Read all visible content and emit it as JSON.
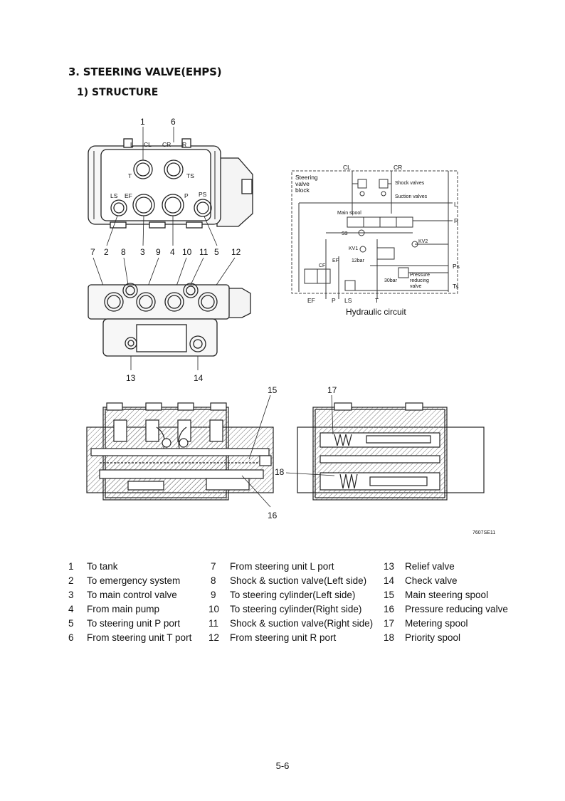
{
  "section_title": "3. STEERING VALVE(EHPS)",
  "subsection_title": "1) STRUCTURE",
  "figure": {
    "top_labels": {
      "l": "L",
      "cl": "CL",
      "cr": "CR",
      "r": "R",
      "t": "T",
      "ts": "TS",
      "ls": "LS",
      "ef": "EF",
      "p": "P",
      "ps": "PS"
    },
    "callouts": [
      "1",
      "2",
      "3",
      "4",
      "5",
      "6",
      "7",
      "8",
      "9",
      "10",
      "11",
      "12",
      "13",
      "14",
      "15",
      "16",
      "17",
      "18"
    ],
    "hydraulic": {
      "cl": "CL",
      "cr": "CR",
      "block_line1": "Steering",
      "block_line2": "valve",
      "block_line3": "block",
      "shock": "Shock valves",
      "suction": "Suction valves",
      "main_spool": "Main spool",
      "s3": "S3",
      "kv1": "KV1",
      "kv2": "KV2",
      "bar12": "12bar",
      "bar30": "30bar",
      "cf": "CF",
      "ef_inner": "EF",
      "pr1": "Pressure",
      "pr2": "reducing",
      "pr3": "valve",
      "l": "L",
      "r": "R",
      "ps": "Ps",
      "ts": "Ts",
      "ef": "EF",
      "p": "P",
      "ls": "LS",
      "t": "T",
      "caption": "Hydraulic circuit"
    },
    "drawing_code": "7607SE11"
  },
  "legend": [
    {
      "num": "1",
      "text": "To tank"
    },
    {
      "num": "2",
      "text": "To emergency system"
    },
    {
      "num": "3",
      "text": "To main control valve"
    },
    {
      "num": "4",
      "text": "From main pump"
    },
    {
      "num": "5",
      "text": "To steering unit P port"
    },
    {
      "num": "6",
      "text": "From steering unit T port"
    },
    {
      "num": "7",
      "text": "From steering unit L port"
    },
    {
      "num": "8",
      "text": "Shock & suction valve(Left side)"
    },
    {
      "num": "9",
      "text": "To steering cylinder(Left side)"
    },
    {
      "num": "10",
      "text": "To steering cylinder(Right side)"
    },
    {
      "num": "11",
      "text": "Shock & suction valve(Right side)"
    },
    {
      "num": "12",
      "text": "From steering unit R port"
    },
    {
      "num": "13",
      "text": "Relief valve"
    },
    {
      "num": "14",
      "text": "Check valve"
    },
    {
      "num": "15",
      "text": "Main steering spool"
    },
    {
      "num": "16",
      "text": "Pressure reducing valve"
    },
    {
      "num": "17",
      "text": "Metering spool"
    },
    {
      "num": "18",
      "text": "Priority spool"
    }
  ],
  "page_number": "5-6"
}
